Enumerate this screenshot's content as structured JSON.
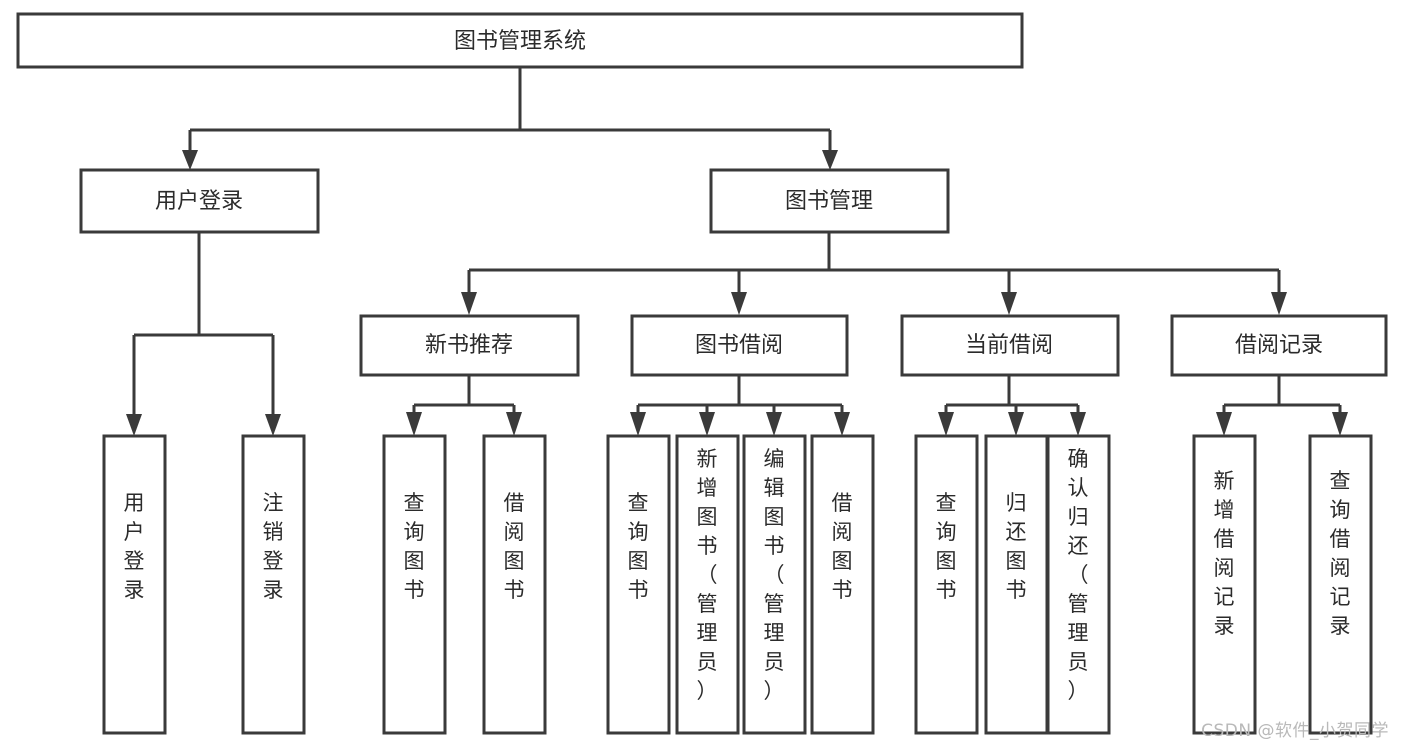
{
  "diagram": {
    "type": "tree",
    "title": "图书管理系统",
    "watermark": "CSDN @软件_小贺同学",
    "colors": {
      "stroke": "#3a3a3a",
      "fill": "#ffffff",
      "text": "#2b2b2b",
      "watermark": "#b9b9b9",
      "background": "#ffffff"
    },
    "root": {
      "label": "图书管理系统"
    },
    "level2": [
      {
        "label": "用户登录"
      },
      {
        "label": "图书管理"
      }
    ],
    "level3": [
      {
        "label": "新书推荐"
      },
      {
        "label": "图书借阅"
      },
      {
        "label": "当前借阅"
      },
      {
        "label": "借阅记录"
      }
    ],
    "leaves": {
      "user_login": [
        {
          "label": "用户登录"
        },
        {
          "label": "注销登录"
        }
      ],
      "new_book_recommend": [
        {
          "label": "查询图书"
        },
        {
          "label": "借阅图书"
        }
      ],
      "book_borrow": [
        {
          "label": "查询图书"
        },
        {
          "label": "新增图书（管理员）"
        },
        {
          "label": "编辑图书（管理员）"
        },
        {
          "label": "借阅图书"
        }
      ],
      "current_borrow": [
        {
          "label": "查询图书"
        },
        {
          "label": "归还图书"
        },
        {
          "label": "确认归还（管理员）"
        }
      ],
      "borrow_record": [
        {
          "label": "新增借阅记录"
        },
        {
          "label": "查询借阅记录"
        }
      ]
    }
  }
}
